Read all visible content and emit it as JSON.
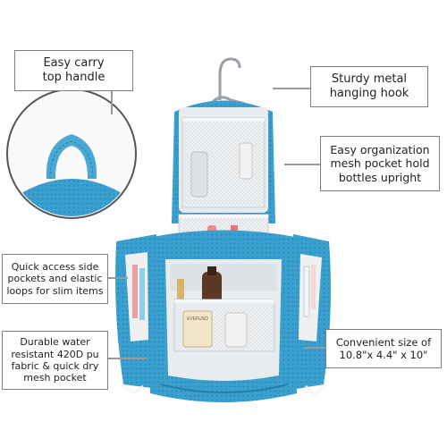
{
  "callouts": {
    "top_handle": "Easy carry\ntop handle",
    "hanging_hook": "Sturdy metal\nhanging hook",
    "mesh_pocket": "Easy organization\nmesh pocket hold\nbottles upright",
    "side_pockets": "Quick access side\npockets and elastic\nloops for slim items",
    "fabric": "Durable water\nresistant 420D pu\nfabric & quick dry\nmesh pocket",
    "size": "Convenient size of\n10.8\"x 4.4\" x 10\""
  },
  "product_labels": {
    "bottle_label": "EVEFUSO"
  },
  "colors": {
    "bag_blue": "#3aa0cf",
    "bag_dark": "#2a7fa8",
    "lining_gray": "#e9ecef",
    "zipper_white": "#f4f6f7",
    "callout_border": "#7d7d7d"
  }
}
